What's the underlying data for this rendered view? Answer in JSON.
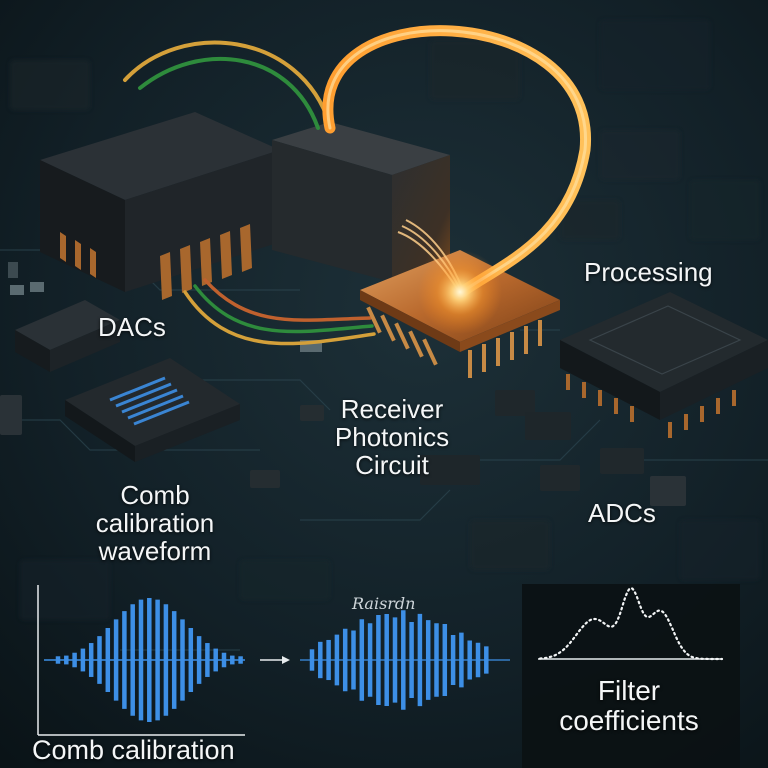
{
  "labels": {
    "dacs": "DACs",
    "processing": "Processing",
    "receiver_lines": [
      "Receiver",
      "Photonics",
      "Circuit"
    ],
    "adcs": "ADCs",
    "comb_waveform_lines": [
      "Comb",
      "calibration",
      "waveform"
    ],
    "comb_bottom": "Comb calibration",
    "filter_lines": [
      "Filter",
      "coefficients"
    ],
    "handwritten_tag": "Raisrdn"
  },
  "colors": {
    "board": "#13222a",
    "chip_dark": "#1d2226",
    "chip_copper": "#b9692d",
    "fiber_orange": "#ffa53a",
    "glow": "#ffd27a",
    "wave_blue": "#3d8fe6",
    "wire_green": "#2e8b3c",
    "wire_copper": "#c0612e",
    "wire_gold": "#d4a03a",
    "label_text": "#f4f6f7"
  },
  "icons": {
    "emitter": "glowing-fiber-junction-icon",
    "arrow": "right-arrow-icon"
  }
}
